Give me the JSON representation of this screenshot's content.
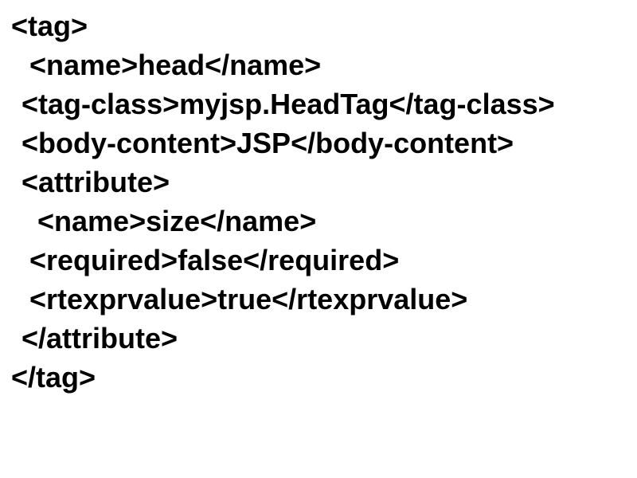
{
  "slide": {
    "background_color": "#ffffff",
    "text_color": "#000000"
  },
  "code": {
    "lines": [
      {
        "text": "<tag>",
        "indent": 0
      },
      {
        "text": "<name>head</name>",
        "indent": 2
      },
      {
        "text": "<tag-class>myjsp.HeadTag</tag-class>",
        "indent": 1
      },
      {
        "text": "<body-content>JSP</body-content>",
        "indent": 1
      },
      {
        "text": "<attribute>",
        "indent": 1
      },
      {
        "text": "<name>size</name>",
        "indent": 3
      },
      {
        "text": "<required>false</required>",
        "indent": 2
      },
      {
        "text": "<rtexprvalue>true</rtexprvalue>",
        "indent": 2
      },
      {
        "text": "</attribute>",
        "indent": 1
      },
      {
        "text": "</tag>",
        "indent": 0
      }
    ]
  }
}
